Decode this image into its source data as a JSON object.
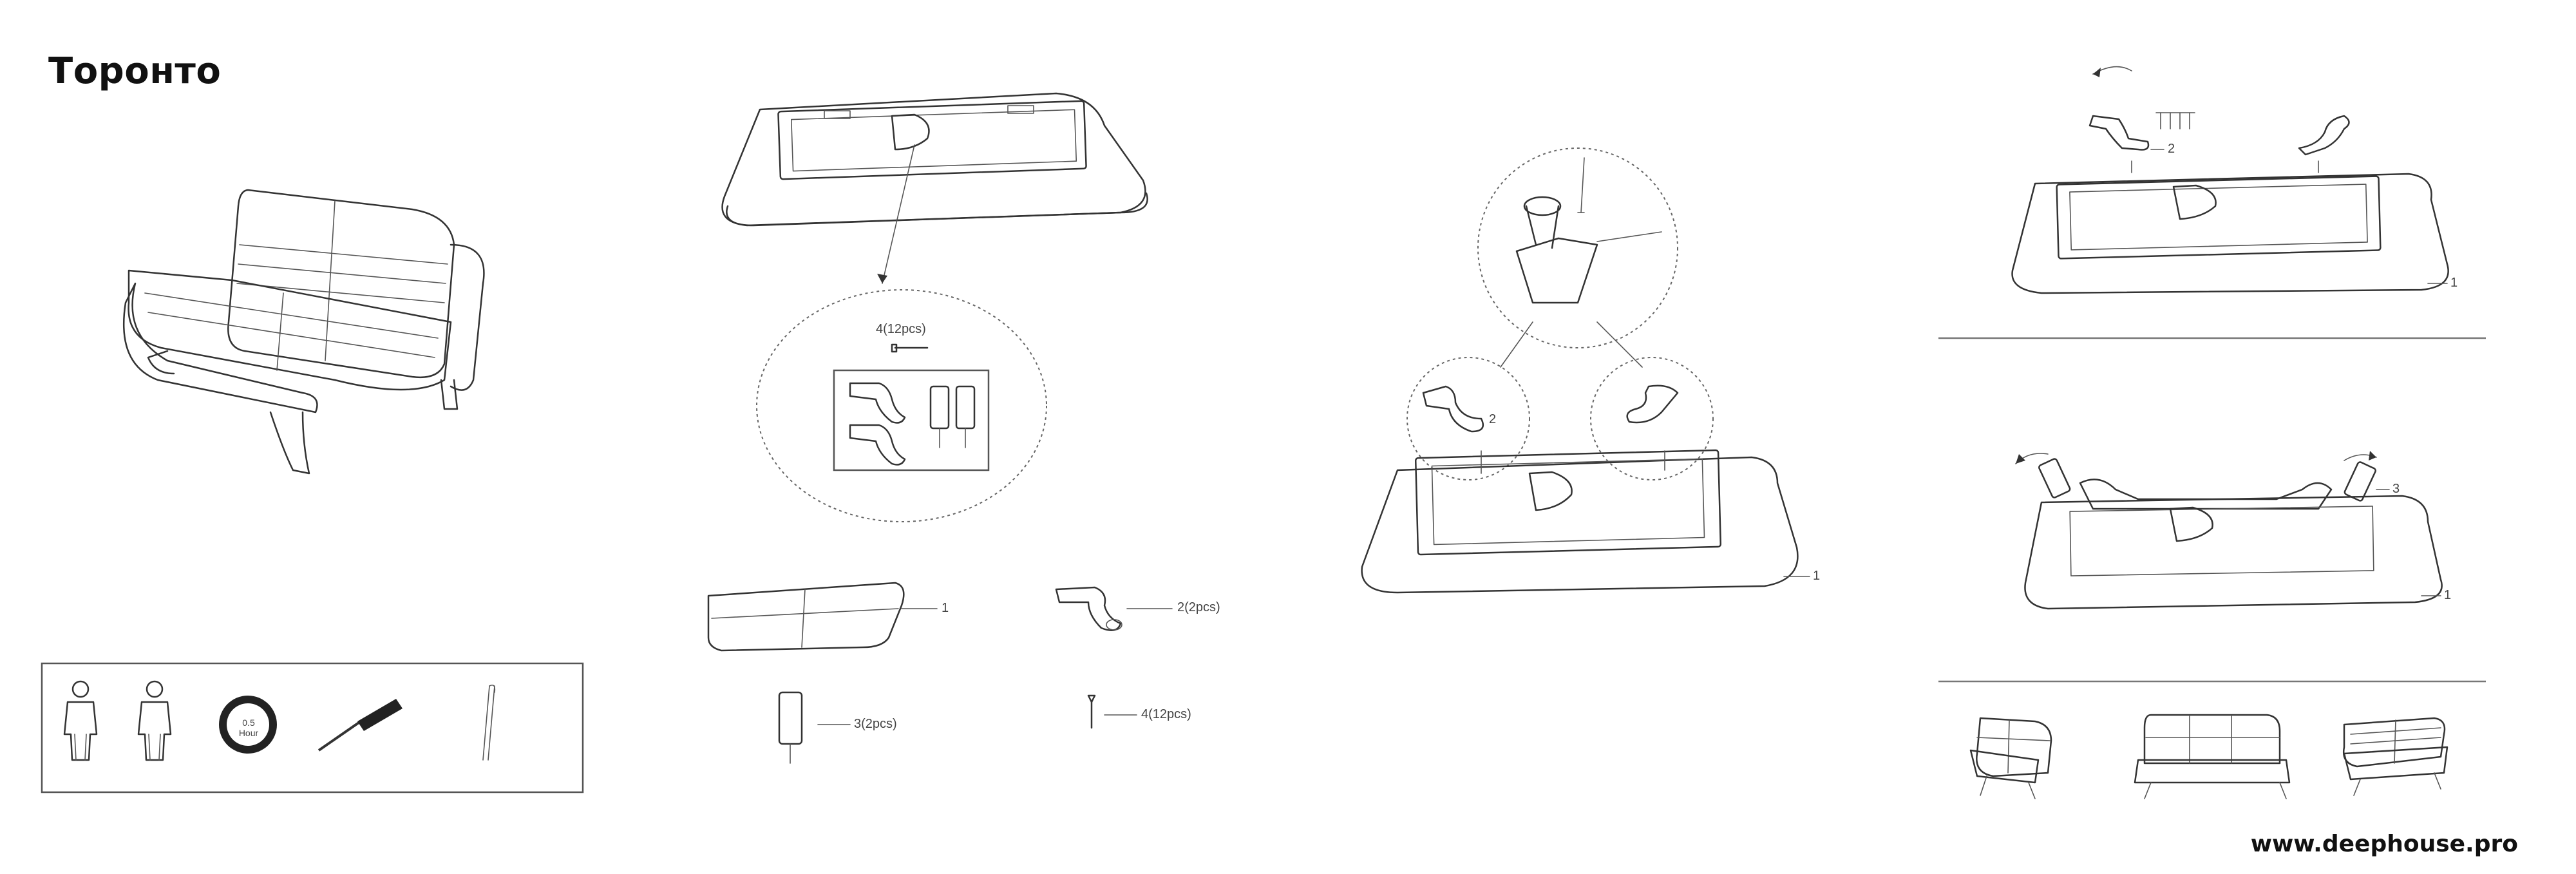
{
  "document": {
    "title": "Торонто",
    "footer_url": "www.deephouse.pro"
  },
  "tools_panel": {
    "items": [
      "person-icon",
      "person-icon",
      "clock-icon",
      "screwdriver-icon",
      "allen-key-icon"
    ],
    "time_label_top": "0.5",
    "time_label_bottom": "Hour"
  },
  "parts": {
    "hardware_label": "4(12pcs)",
    "sofa_label": "1",
    "armrest_label": "2(2pcs)",
    "leg_label": "3(2pcs)",
    "screw_label": "4(12pcs)"
  },
  "step2": {
    "armrest_callout": "2",
    "base_callout": "1"
  },
  "step3": {
    "armrest_callout": "2",
    "base_callout": "1"
  },
  "step4": {
    "leg_callout": "3",
    "base_callout": "1"
  }
}
